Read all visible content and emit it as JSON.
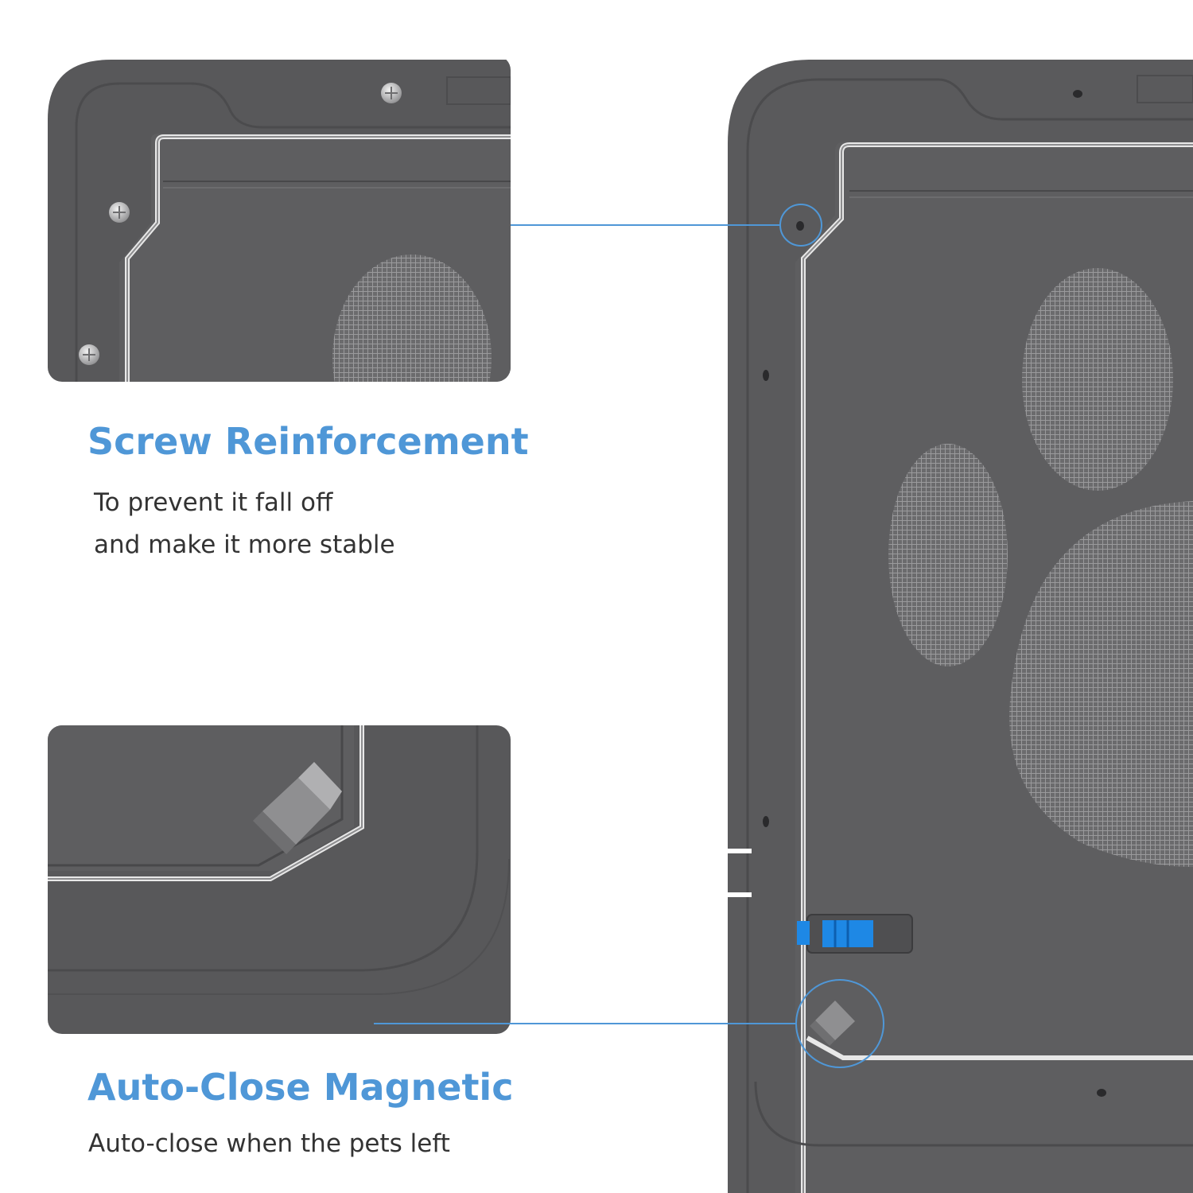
{
  "features": [
    {
      "title": "Screw Reinforcement",
      "description_lines": [
        "To prevent it fall off",
        "and make it more stable"
      ]
    },
    {
      "title": "Auto-Close Magnetic",
      "description_lines": [
        "Auto-close when the pets left"
      ]
    }
  ],
  "colors": {
    "accent": "#4f97d7",
    "frame": "#5b5b5d",
    "frame_dark": "#4a4a4c",
    "mesh": "#7c7c7e",
    "latch": "#1e88e5",
    "text": "#333333",
    "background": "#ffffff"
  },
  "icons": [
    "screw-icon",
    "magnet-icon",
    "paw-icon",
    "latch-icon"
  ]
}
